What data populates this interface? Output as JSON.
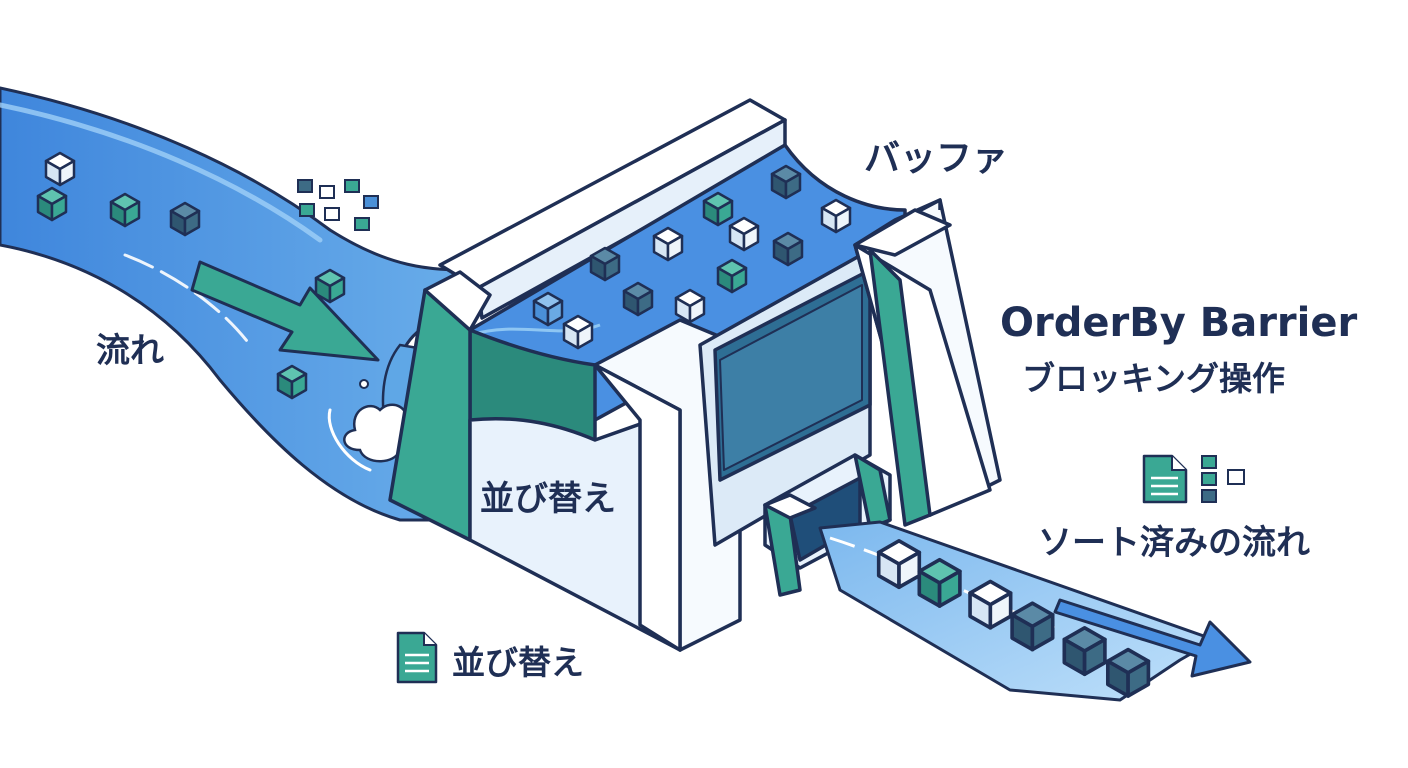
{
  "labels": {
    "buffer": "バッファ",
    "flow": "流れ",
    "barrier_title": "OrderBy Barrier",
    "barrier_subtitle": "ブロッキング操作",
    "dam_face": "並び替え",
    "sort_doc": "並び替え",
    "sorted_flow": "ソート済みの流れ"
  },
  "colors": {
    "water": "#4a90e2",
    "water_light": "#a8d0f5",
    "outline": "#1f2f55",
    "teal": "#3aa894",
    "teal_dark": "#2b8a7c",
    "navy_block": "#3d6b85",
    "concrete": "#f2f7fc",
    "concrete_shadow": "#dceaf7",
    "gate": "#2e6e94"
  },
  "icons": [
    "document-icon",
    "grid-icon",
    "arrow-icon",
    "cube-icon",
    "splash-icon"
  ]
}
